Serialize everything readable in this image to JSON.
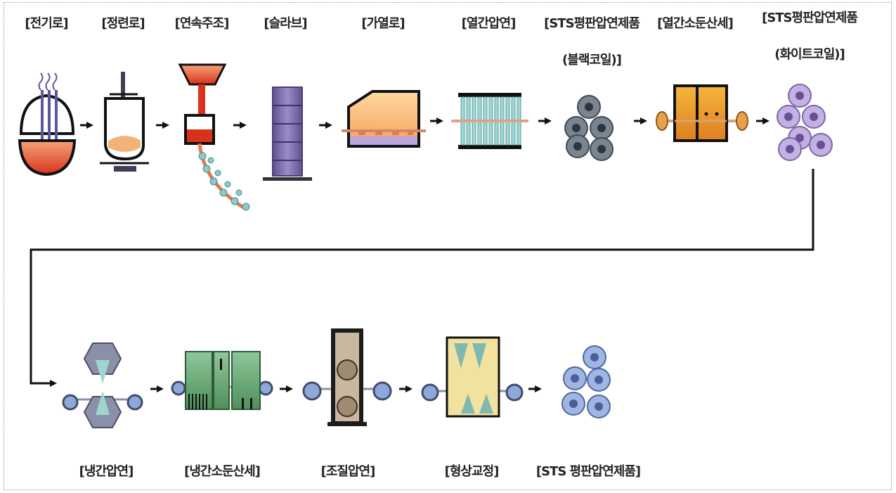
{
  "top_row": {
    "s1": "[전기로]",
    "s2": "[정련로]",
    "s3": "[연속주조]",
    "s4": "[슬라브]",
    "s5": "[가열로]",
    "s6": "[열간압연]",
    "s7_line1": "[STS평판압연제품",
    "s7_line2": "(블랙코일)]",
    "s8": "[열간소둔산세]",
    "s9_line1": "[STS평판압연제품",
    "s9_line2": "(화이트코일)]"
  },
  "bottom_row": {
    "s10": "[냉간압연]",
    "s11": "[냉간소둔산세]",
    "s12": "[조질압연]",
    "s13": "[형상교정]",
    "s14": "[STS 평판압연제품]"
  },
  "colors": {
    "flow_line": "#111111",
    "molten": "#e8431d",
    "slab": "#7b6aa8",
    "black_coil": "#6f7a86",
    "white_coil": "#b8a6dc",
    "final_coil": "#8aa4d8",
    "furnace_orange": "#f0a030"
  }
}
